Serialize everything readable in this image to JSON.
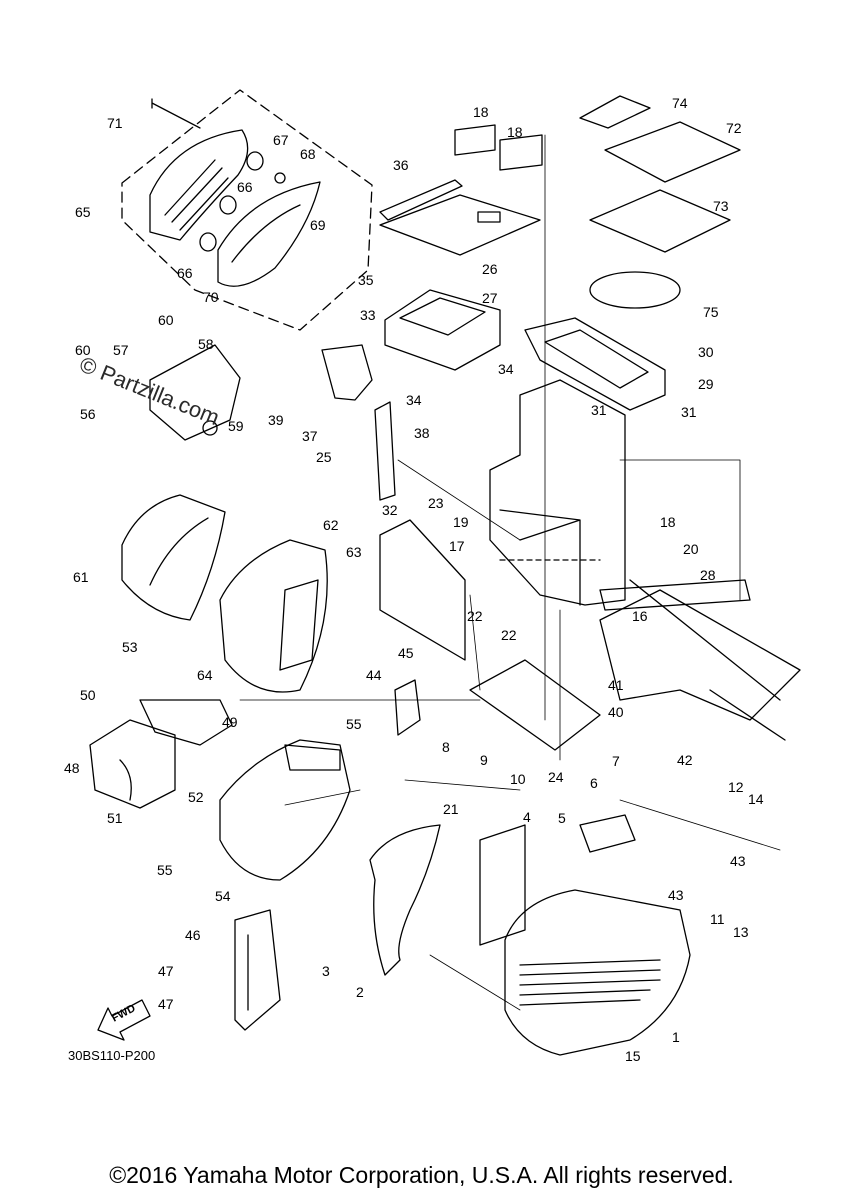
{
  "watermark": "© Partzilla.com",
  "diagram_code": "30BS110-P200",
  "copyright": "©2016 Yamaha Motor Corporation, U.S.A. All rights reserved.",
  "fwd_label": "FWD",
  "callouts": [
    "1",
    "2",
    "3",
    "4",
    "5",
    "6",
    "7",
    "8",
    "9",
    "10",
    "11",
    "12",
    "13",
    "14",
    "15",
    "16",
    "17",
    "18",
    "18",
    "18",
    "18",
    "19",
    "20",
    "21",
    "22",
    "22",
    "23",
    "24",
    "25",
    "26",
    "27",
    "28",
    "29",
    "30",
    "31",
    "31",
    "32",
    "33",
    "34",
    "34",
    "35",
    "36",
    "37",
    "38",
    "39",
    "40",
    "41",
    "42",
    "43",
    "43",
    "44",
    "45",
    "46",
    "47",
    "47",
    "48",
    "49",
    "50",
    "51",
    "52",
    "53",
    "54",
    "55",
    "55",
    "56",
    "57",
    "58",
    "59",
    "60",
    "60",
    "61",
    "62",
    "63",
    "64",
    "65",
    "66",
    "66",
    "67",
    "68",
    "69",
    "70",
    "71",
    "72",
    "73",
    "74",
    "75"
  ]
}
